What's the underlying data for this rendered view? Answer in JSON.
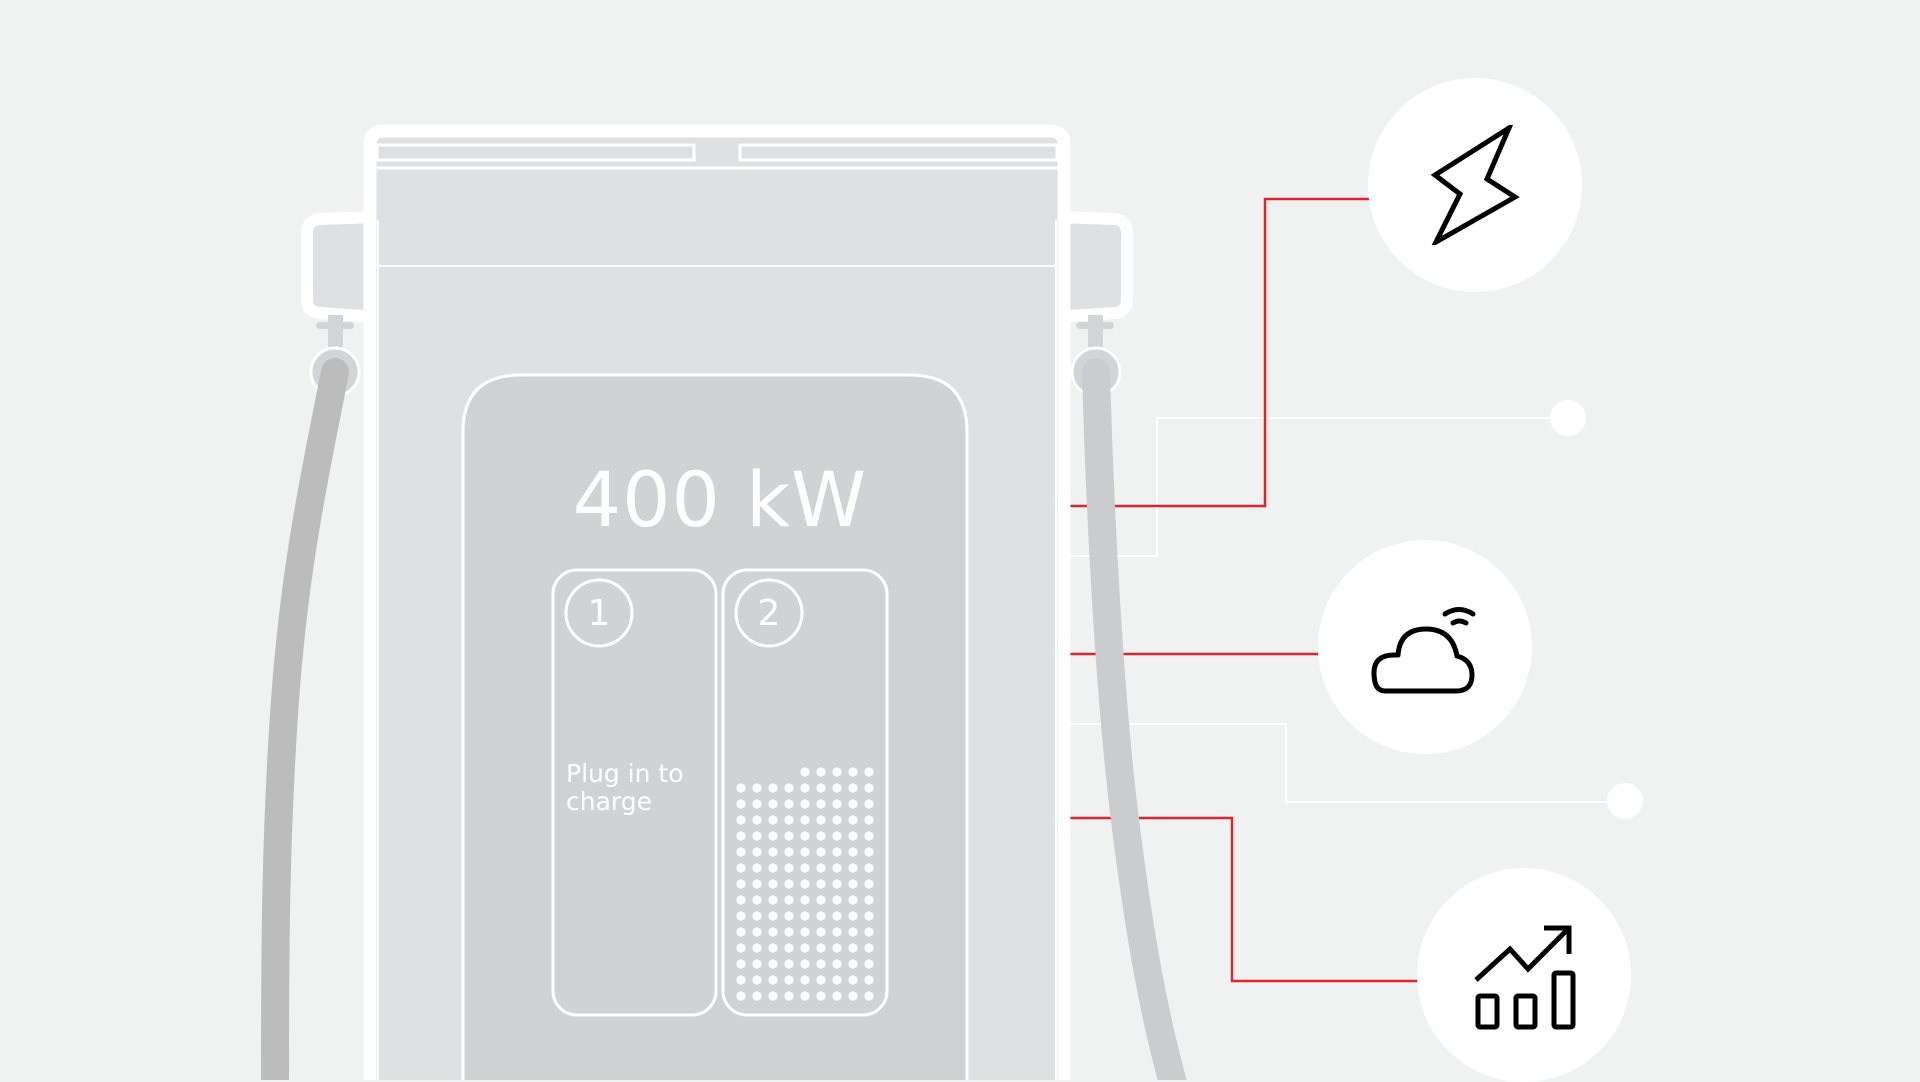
{
  "charger": {
    "power_label": "400 kW",
    "outlets": [
      {
        "number": "1",
        "status": "Plug in to charge",
        "state": "idle"
      },
      {
        "number": "2",
        "status": "",
        "state": "charging",
        "dot_grid": {
          "columns": 9,
          "full_rows": 14,
          "top_row_dots": 5
        }
      }
    ]
  },
  "connections": [
    {
      "icon": "lightning-bolt-icon",
      "meaning": "power",
      "line_color": "#d9262f"
    },
    {
      "icon": "cloud-wifi-icon",
      "meaning": "cloud connectivity",
      "line_color": "#d9262f"
    },
    {
      "icon": "growth-chart-icon",
      "meaning": "analytics",
      "line_color": "#d9262f"
    }
  ],
  "colors": {
    "background": "#f0f1f1",
    "body": "#dfe0e1",
    "screen": "#d1d2d3",
    "outline": "#ffffff",
    "hose_left": "#bcbcbc",
    "hose_right": "#cbcccd",
    "accent_red": "#d9262f"
  }
}
